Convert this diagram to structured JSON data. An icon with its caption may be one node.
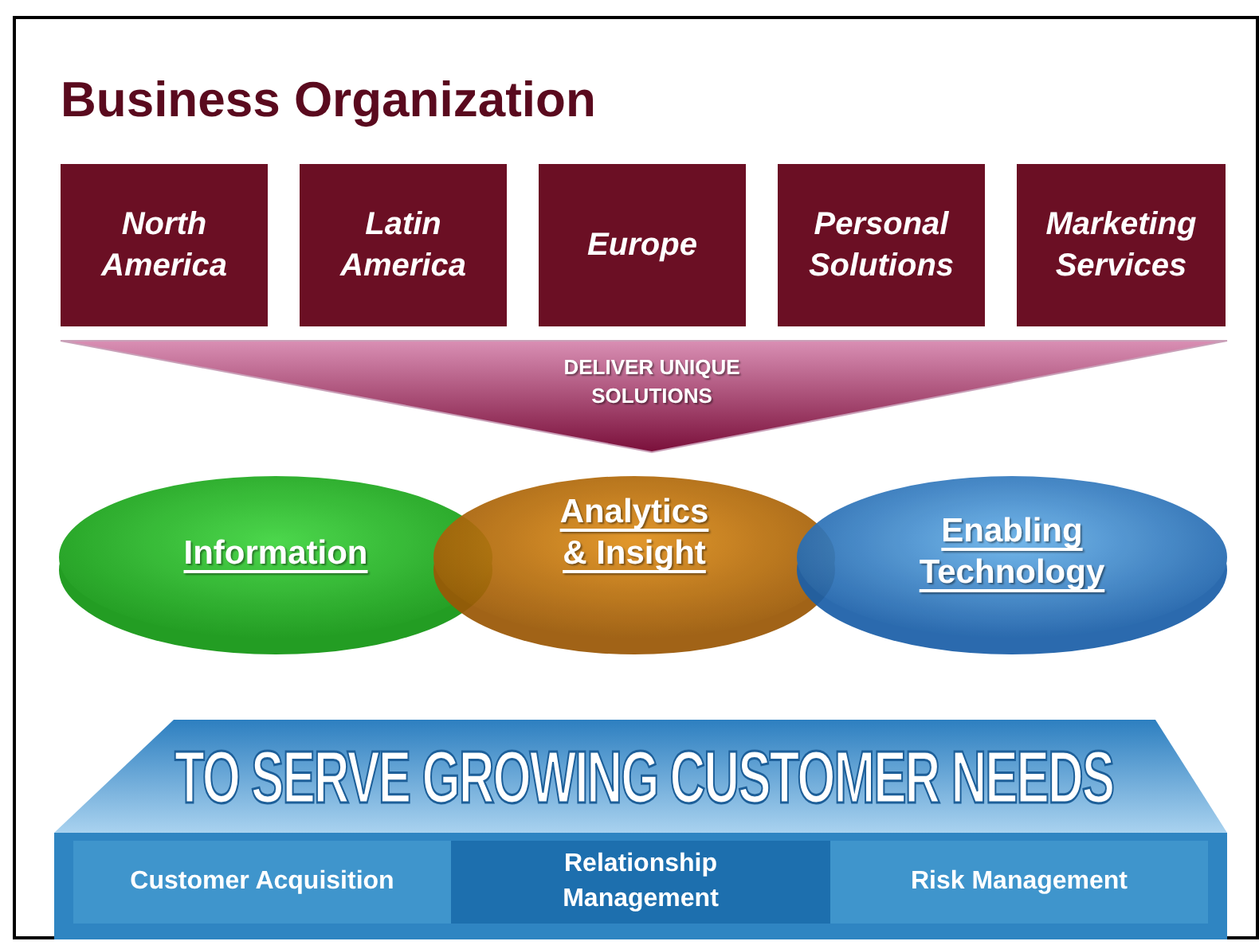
{
  "diagram": {
    "title": "Business Organization",
    "nodes": [
      {
        "text": [
          "North America"
        ]
      },
      {
        "text": [
          "Latin America"
        ]
      },
      {
        "text": [
          "Europe"
        ]
      },
      {
        "text": [
          "Personal Solutions"
        ]
      },
      {
        "text": [
          "Marketing Services"
        ]
      },
      {
        "text": [
          "DELIVER UNIQUE SOLUTIONS"
        ]
      },
      {
        "text": [
          "Information"
        ]
      },
      {
        "text": [
          "Analytics & Insight"
        ]
      },
      {
        "text": [
          "Enabling Technology"
        ]
      },
      {
        "text": [
          "TO SERVE GROWING CUSTOMER NEEDS"
        ]
      },
      {
        "text": [
          "Customer Acquisition"
        ],
        "in": 9
      },
      {
        "text": [
          "Relationship Management"
        ],
        "in": 9
      },
      {
        "text": [
          "Risk Management"
        ],
        "in": 9
      }
    ]
  }
}
